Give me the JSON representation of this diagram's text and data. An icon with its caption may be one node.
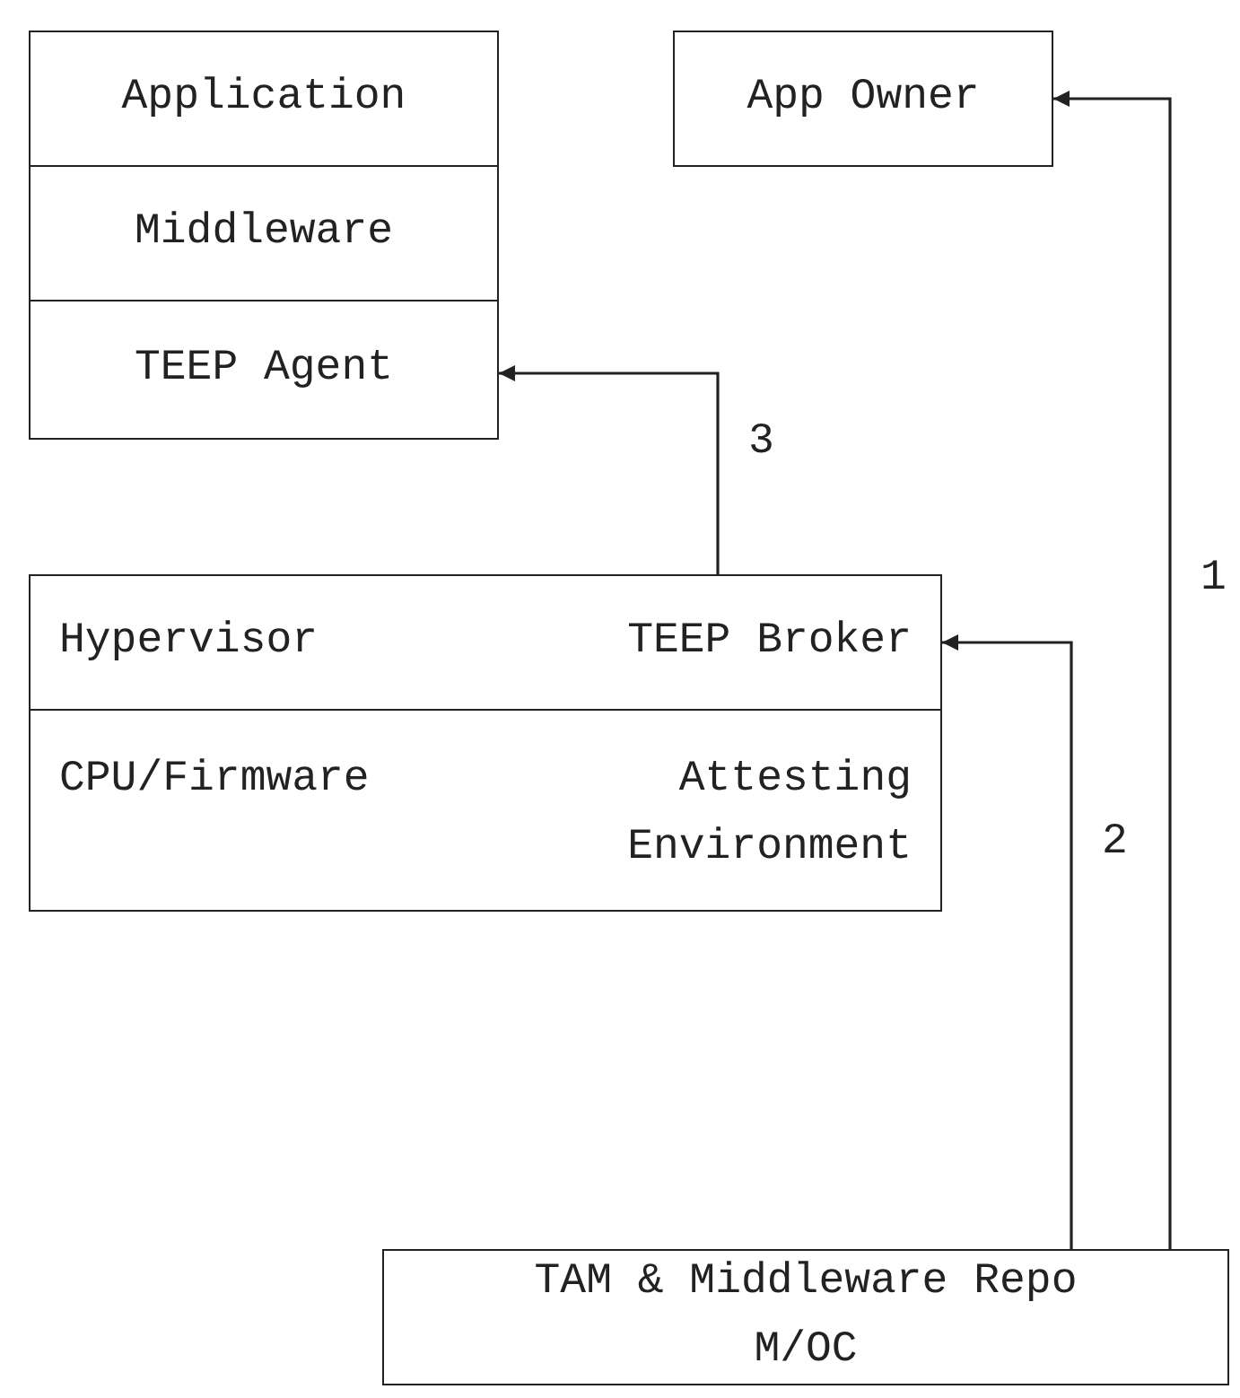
{
  "diagram": {
    "nodes": [
      {
        "text": [
          "Application"
        ]
      },
      {
        "text": [
          "Middleware"
        ]
      },
      {
        "text": [
          "TEEP Agent"
        ]
      },
      {
        "text": [
          "App Owner"
        ]
      },
      {
        "text": [
          "Hypervisor",
          "TEEP Broker"
        ]
      },
      {
        "text": [
          "CPU/Firmware",
          "Attesting Environment"
        ]
      },
      {
        "text": [
          "TAM & Middleware Repo M/OC"
        ]
      }
    ],
    "edges": [
      {
        "from": 6,
        "to": 3,
        "arrow": "to",
        "label": "1"
      },
      {
        "from": 6,
        "to": 4,
        "arrow": "to",
        "label": "2"
      },
      {
        "from": 4,
        "to": 2,
        "arrow": "to",
        "label": "3"
      }
    ]
  }
}
